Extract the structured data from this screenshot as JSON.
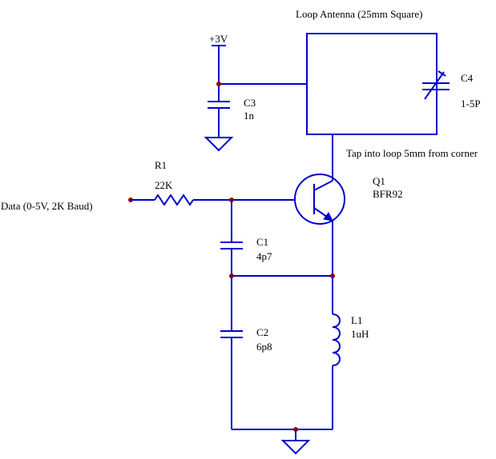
{
  "colors": {
    "wire": "#0000cc",
    "node": "#990000",
    "text": "#000000",
    "background": "#ffffff"
  },
  "labels": {
    "antenna_title": "Loop Antenna (25mm Square)",
    "supply": "+3V",
    "c3_name": "C3",
    "c3_value": "1n",
    "c4_name": "C4",
    "c4_value": "1-5P",
    "tap_note": "Tap into loop 5mm from corner",
    "r1_name": "R1",
    "r1_value": "22K",
    "data_input": "Data (0-5V, 2K Baud)",
    "q1_name": "Q1",
    "q1_part": "BFR92",
    "c1_name": "C1",
    "c1_value": "4p7",
    "c2_name": "C2",
    "c2_value": "6p8",
    "l1_name": "L1",
    "l1_value": "1uH"
  },
  "components": [
    {
      "ref": "C3",
      "type": "capacitor",
      "value": "1n"
    },
    {
      "ref": "C4",
      "type": "variable-capacitor",
      "value": "1-5P"
    },
    {
      "ref": "R1",
      "type": "resistor",
      "value": "22K"
    },
    {
      "ref": "Q1",
      "type": "npn-transistor",
      "value": "BFR92"
    },
    {
      "ref": "C1",
      "type": "capacitor",
      "value": "4p7"
    },
    {
      "ref": "C2",
      "type": "capacitor",
      "value": "6p8"
    },
    {
      "ref": "L1",
      "type": "inductor",
      "value": "1uH"
    }
  ]
}
